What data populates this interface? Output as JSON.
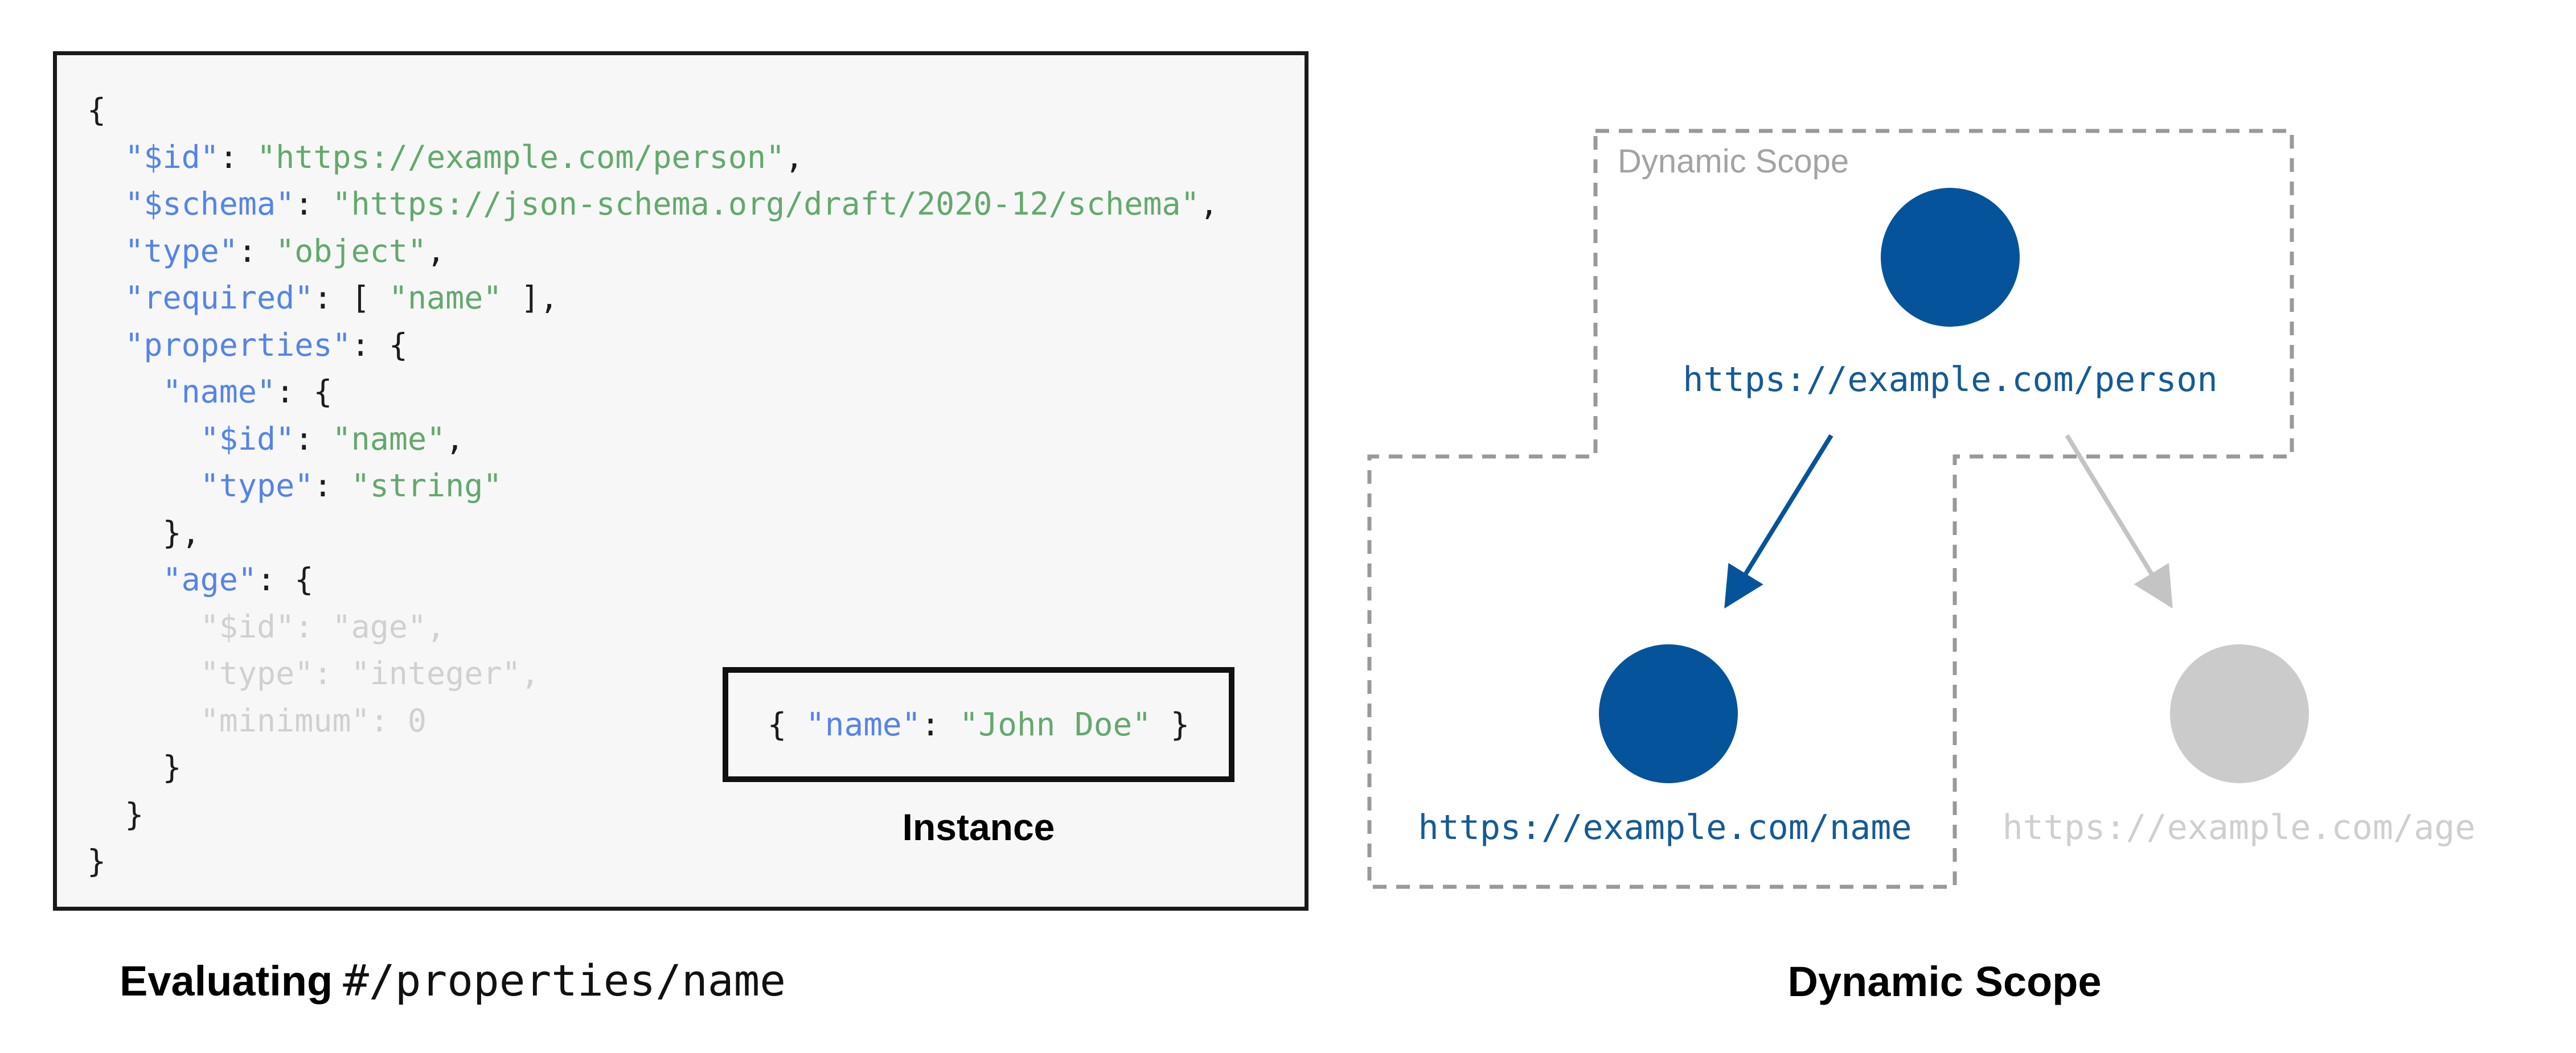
{
  "left_panel": {
    "caption_bold": "Evaluating",
    "caption_mono": "#/properties/name",
    "instance": {
      "label": "Instance",
      "segments": [
        [
          "{ ",
          "p"
        ],
        [
          "\"name\"",
          "k"
        ],
        [
          ": ",
          "p"
        ],
        [
          "\"John Doe\"",
          "s"
        ],
        [
          " }",
          "p"
        ]
      ]
    },
    "code_lines": [
      [
        [
          "{",
          "p"
        ]
      ],
      [
        [
          "  ",
          "p"
        ],
        [
          "\"$id\"",
          "k"
        ],
        [
          ": ",
          "p"
        ],
        [
          "\"https://example.com/person\"",
          "s"
        ],
        [
          ",",
          "p"
        ]
      ],
      [
        [
          "  ",
          "p"
        ],
        [
          "\"$schema\"",
          "k"
        ],
        [
          ": ",
          "p"
        ],
        [
          "\"https://json-schema.org/draft/2020-12/schema\"",
          "s"
        ],
        [
          ",",
          "p"
        ]
      ],
      [
        [
          "  ",
          "p"
        ],
        [
          "\"type\"",
          "k"
        ],
        [
          ": ",
          "p"
        ],
        [
          "\"object\"",
          "s"
        ],
        [
          ",",
          "p"
        ]
      ],
      [
        [
          "  ",
          "p"
        ],
        [
          "\"required\"",
          "k"
        ],
        [
          ": [ ",
          "p"
        ],
        [
          "\"name\"",
          "s"
        ],
        [
          " ],",
          "p"
        ]
      ],
      [
        [
          "  ",
          "p"
        ],
        [
          "\"properties\"",
          "k"
        ],
        [
          ": {",
          "p"
        ]
      ],
      [
        [
          "    ",
          "p"
        ],
        [
          "\"name\"",
          "k"
        ],
        [
          ": {",
          "p"
        ]
      ],
      [
        [
          "      ",
          "p"
        ],
        [
          "\"$id\"",
          "k"
        ],
        [
          ": ",
          "p"
        ],
        [
          "\"name\"",
          "s"
        ],
        [
          ",",
          "p"
        ]
      ],
      [
        [
          "      ",
          "p"
        ],
        [
          "\"type\"",
          "k"
        ],
        [
          ": ",
          "p"
        ],
        [
          "\"string\"",
          "s"
        ]
      ],
      [
        [
          "    },",
          "p"
        ]
      ],
      [
        [
          "    ",
          "p"
        ],
        [
          "\"age\"",
          "k"
        ],
        [
          ": {",
          "p"
        ]
      ],
      [
        [
          "      \"$id\": \"age\",",
          "d"
        ]
      ],
      [
        [
          "      \"type\": \"integer\",",
          "d"
        ]
      ],
      [
        [
          "      \"minimum\": 0",
          "d"
        ]
      ],
      [
        [
          "    }",
          "p"
        ]
      ],
      [
        [
          "  }",
          "p"
        ]
      ],
      [
        [
          "}",
          "p"
        ]
      ]
    ]
  },
  "right_panel": {
    "scope_label": "Dynamic Scope",
    "caption": "Dynamic Scope",
    "nodes": [
      {
        "id": "person",
        "label": "https://example.com/person",
        "state": "in-scope"
      },
      {
        "id": "name",
        "label": "https://example.com/name",
        "state": "in-scope"
      },
      {
        "id": "age",
        "label": "https://example.com/age",
        "state": "out-of-scope"
      }
    ]
  },
  "colors": {
    "code_key_blue": "#5584e8",
    "code_string_green": "#63a96d",
    "code_dim_gray": "#d0d0d0",
    "code_punct": "#1c1c1c",
    "code_background": "#f7f7f7",
    "node_blue": "#05549b",
    "node_gray": "#cbcbcb",
    "url_blue": "#155a96",
    "url_gray": "#cfcfcf",
    "scope_dash_gray": "#999999",
    "arrow_gray": "#c4c4c4"
  }
}
